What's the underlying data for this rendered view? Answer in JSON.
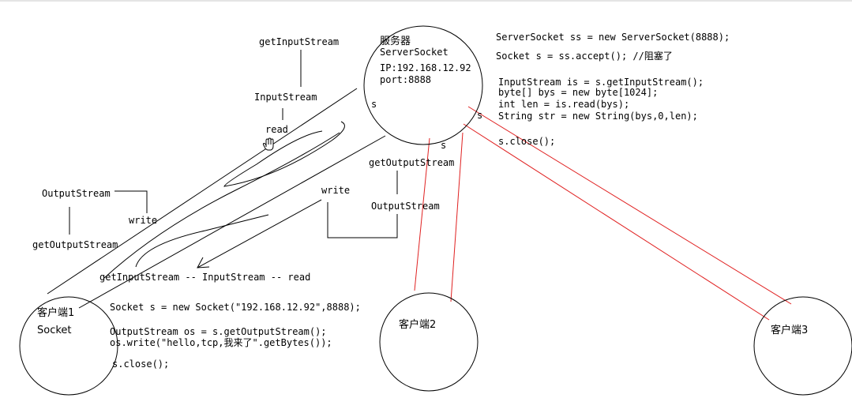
{
  "server": {
    "title": "服务器",
    "class_name": "ServerSocket",
    "ip": "IP:192.168.12.92",
    "port": "port:8888",
    "socket_label": "s"
  },
  "client1": {
    "title": "客户端1",
    "class_name": "Socket"
  },
  "client2": {
    "title": "客户端2"
  },
  "client3": {
    "title": "客户端3"
  },
  "server_code": {
    "line1": "ServerSocket ss = new ServerSocket(8888);",
    "line2": "Socket s = ss.accept(); //阻塞了",
    "line3": "InputStream is = s.getInputStream();",
    "line4": "byte[] bys = new byte[1024];",
    "line5": "int len = is.read(bys);",
    "line6": "String str = new String(bys,0,len);",
    "line7": "s.close();"
  },
  "client_code": {
    "line1": "Socket s = new Socket(\"192.168.12.92\",8888);",
    "line2": "OutputStream os = s.getOutputStream();",
    "line3": "os.write(\"hello,tcp,我来了\".getBytes());",
    "line4": "s.close();"
  },
  "annotations": {
    "server_get_input": "getInputStream",
    "server_input_stream": "InputStream",
    "server_read": "read",
    "server_get_output": "getOutputStream",
    "server_output_stream": "OutputStream",
    "server_write": "write",
    "client_output_stream": "OutputStream",
    "client_write": "write",
    "client_get_output": "getOutputStream",
    "client_input_chain": "getInputStream -- InputStream -- read",
    "s_label_2": "s",
    "s_label_3": "s"
  },
  "colors": {
    "connection_red": "#e02020",
    "connection_black": "#000000"
  }
}
